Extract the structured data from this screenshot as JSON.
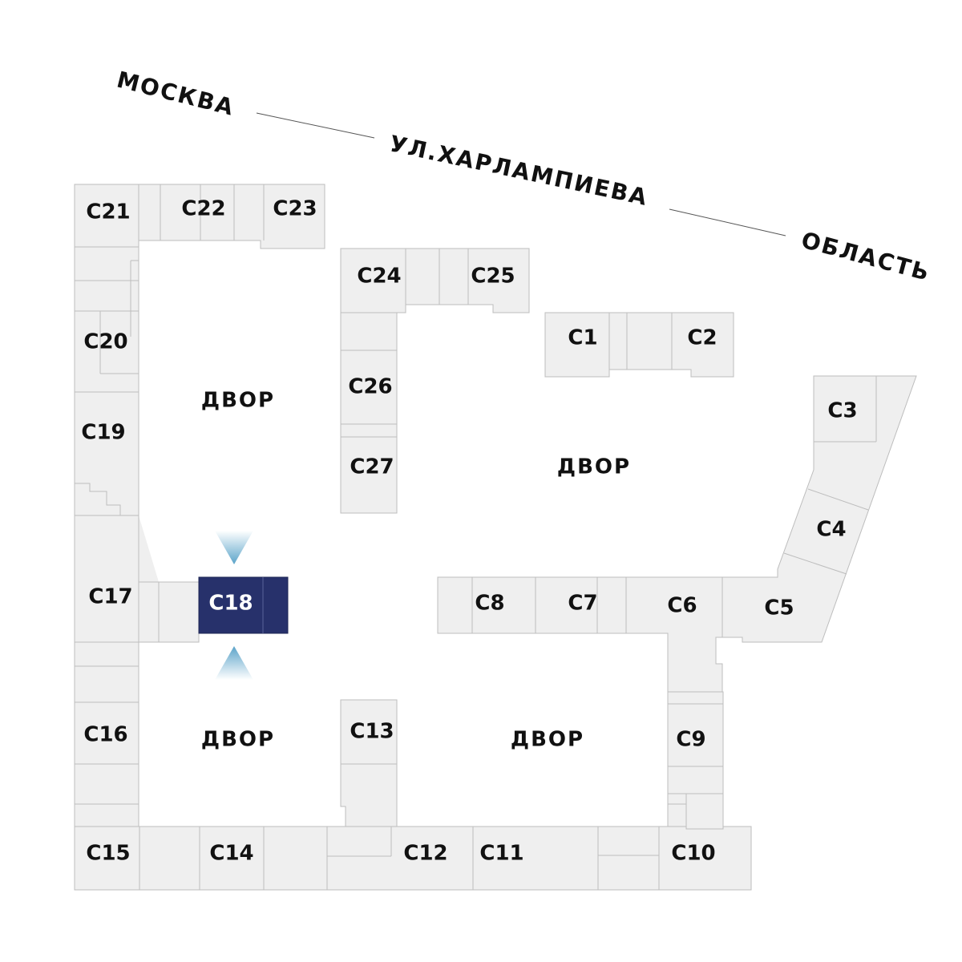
{
  "street": {
    "city": "МОСКВА",
    "name": "УЛ.ХАРЛАМПИЕВА",
    "region": "ОБЛАСТЬ"
  },
  "courtyards": [
    "ДВОР",
    "ДВОР",
    "ДВОР",
    "ДВОР"
  ],
  "blocks": {
    "c1": "С1",
    "c2": "С2",
    "c3": "С3",
    "c4": "С4",
    "c5": "С5",
    "c6": "С6",
    "c7": "С7",
    "c8": "С8",
    "c9": "С9",
    "c10": "С10",
    "c11": "С11",
    "c12": "С12",
    "c13": "С13",
    "c14": "С14",
    "c15": "С15",
    "c16": "С16",
    "c17": "С17",
    "c18": "С18",
    "c19": "С19",
    "c20": "С20",
    "c21": "С21",
    "c22": "С22",
    "c23": "С23",
    "c24": "С24",
    "c25": "С25",
    "c26": "С26",
    "c27": "С27"
  },
  "selected_block": "С18",
  "colors": {
    "block_fill": "#efefef",
    "block_stroke": "#bdbdbd",
    "selected_fill": "#27316b",
    "marker": "#5aa3c9"
  }
}
